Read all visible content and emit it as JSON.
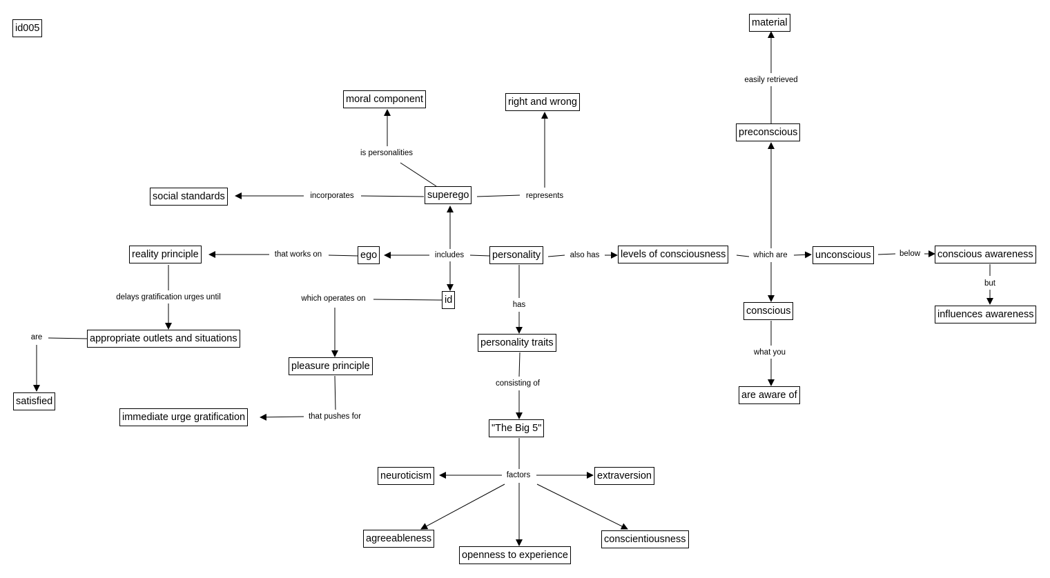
{
  "map_id": "id005",
  "nodes": {
    "material": "material",
    "moral_component": "moral component",
    "right_and_wrong": "right and wrong",
    "preconscious": "preconscious",
    "social_standards": "social standards",
    "superego": "superego",
    "reality_principle": "reality principle",
    "ego": "ego",
    "personality": "personality",
    "levels_of_consciousness": "levels of consciousness",
    "unconscious": "unconscious",
    "conscious_awareness": "conscious awareness",
    "id": "id",
    "conscious": "conscious",
    "influences_awareness": "influences awareness",
    "appropriate_outlets": "appropriate outlets and situations",
    "personality_traits": "personality traits",
    "pleasure_principle": "pleasure principle",
    "are_aware_of": "are aware of",
    "satisfied": "satisfied",
    "immediate_urge": "immediate urge gratification",
    "big5": "\"The Big 5\"",
    "neuroticism": "neuroticism",
    "extraversion": "extraversion",
    "agreeableness": "agreeableness",
    "conscientiousness": "conscientiousness",
    "openness": "openness to experience"
  },
  "links": {
    "easily_retrieved": "easily retrieved",
    "is_personalities": "is personalities",
    "incorporates": "incorporates",
    "represents": "represents",
    "that_works_on": "that works on",
    "includes": "includes",
    "also_has": "also has",
    "which_are": "which are",
    "below": "below",
    "but": "but",
    "delays": "delays gratification urges until",
    "which_operates_on": "which operates on",
    "has": "has",
    "what_you": "what you",
    "are": "are",
    "consisting_of": "consisting of",
    "that_pushes_for": "that pushes for",
    "factors": "factors"
  }
}
